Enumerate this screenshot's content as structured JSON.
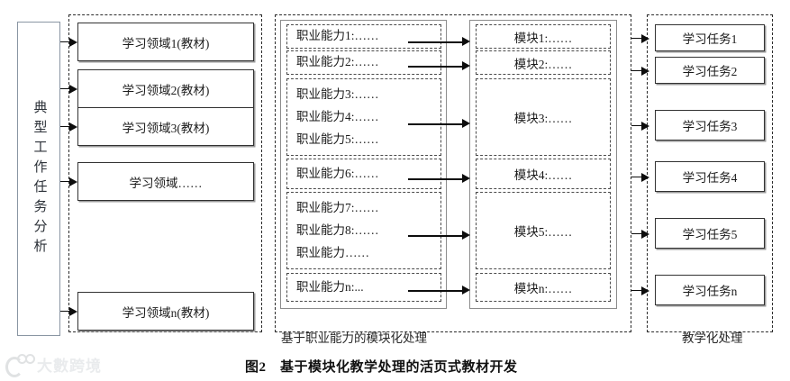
{
  "figure": {
    "caption": "图2　基于模块化教学处理的活页式教材开发",
    "caption_number": "图2",
    "caption_title": "基于模块化教学处理的活页式教材开发"
  },
  "left_column": {
    "vertical_label": "典型工作任务分析",
    "items": [
      {
        "label": "学习领域1(教材)"
      },
      {
        "label": "学习领域2(教材)"
      },
      {
        "label": "学习领域3(教材)"
      },
      {
        "label": "学习领域……"
      },
      {
        "label": "学习领域n(教材)"
      }
    ]
  },
  "middle_column": {
    "section_label": "基于职业能力的模块化处理",
    "capability_groups": [
      {
        "lines": [
          "职业能力1:……"
        ]
      },
      {
        "lines": [
          "职业能力2:……"
        ]
      },
      {
        "lines": [
          "职业能力3:……",
          "职业能力4:……",
          "职业能力5:……"
        ]
      },
      {
        "lines": [
          "职业能力6:……"
        ]
      },
      {
        "lines": [
          "职业能力7:……",
          "职业能力8:……",
          "职业能力……"
        ]
      },
      {
        "lines": [
          "职业能力n:..."
        ]
      }
    ],
    "modules": [
      {
        "label": "模块1:……"
      },
      {
        "label": "模块2:……"
      },
      {
        "label": "模块3:……"
      },
      {
        "label": "模块4:……"
      },
      {
        "label": "模块5:……"
      },
      {
        "label": "模块n:……"
      }
    ]
  },
  "right_column": {
    "section_label": "教学化处理",
    "items": [
      {
        "label": "学习任务1"
      },
      {
        "label": "学习任务2"
      },
      {
        "label": "学习任务3"
      },
      {
        "label": "学习任务4"
      },
      {
        "label": "学习任务5"
      },
      {
        "label": "学习任务n"
      }
    ]
  },
  "watermark": {
    "text": "大數跨境"
  },
  "colors": {
    "box_border": "#323232",
    "box_shadow": "#9a9a9a",
    "dashed_border": "#2b2b2b",
    "vbox_border": "#8a96a3",
    "arrow": "#0d0d0d",
    "text": "#1b1b1b",
    "watermark": "#b9bec4"
  }
}
